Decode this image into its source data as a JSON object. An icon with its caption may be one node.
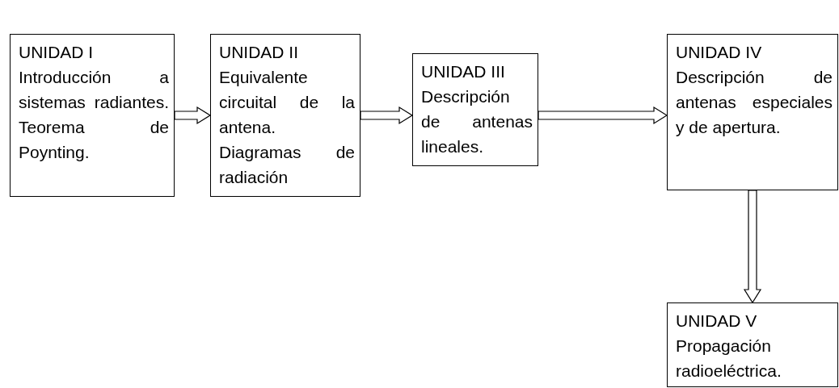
{
  "diagram": {
    "nodes": [
      {
        "text": [
          "UNIDAD I",
          "Introducción a sistemas radiantes. Teorema de Poynting."
        ]
      },
      {
        "text": [
          "UNIDAD II",
          "Equivalente circuital de la antena. Diagramas de radiación"
        ]
      },
      {
        "text": [
          "UNIDAD III",
          "Descripción de antenas lineales."
        ]
      },
      {
        "text": [
          "UNIDAD IV",
          "Descripción de antenas especiales y de apertura."
        ]
      },
      {
        "text": [
          "UNIDAD V",
          "Propagación radioeléctrica."
        ]
      }
    ],
    "edges": [
      {
        "from": 0,
        "to": 1,
        "arrow": "to"
      },
      {
        "from": 1,
        "to": 2,
        "arrow": "to"
      },
      {
        "from": 2,
        "to": 3,
        "arrow": "to"
      },
      {
        "from": 3,
        "to": 4,
        "arrow": "to"
      }
    ]
  }
}
